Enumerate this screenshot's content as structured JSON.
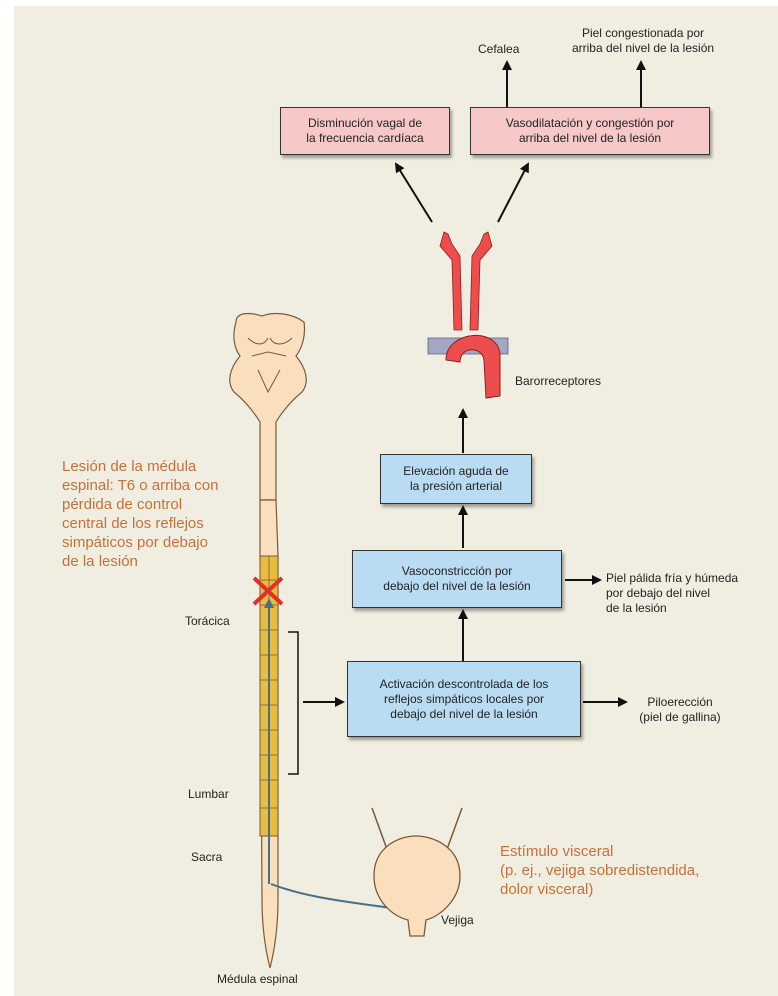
{
  "boxes": {
    "vagal": "Disminución vagal de\nla frecuencia cardíaca",
    "vasodilation": "Vasodilatación y congestión por\narriba del nivel de la lesión",
    "pressure": "Elevación aguda de\nla presión arterial",
    "vasoconstriction": "Vasoconstricción por\ndebajo del nivel de la lesión",
    "activation": "Activación descontrolada de los\nreflejos simpáticos locales por\ndebajo del nivel de la lesión"
  },
  "labels": {
    "cefalea": "Cefalea",
    "skin_congested": "Piel congestionada por\narriba del nivel de la lesión",
    "baroreceptors": "Barorreceptores",
    "skin_pale": "Piel pálida fría y húmeda\npor debajo del nivel\nde la lesión",
    "piloerection": "Piloerección\n(piel de gallina)",
    "toracica": "Torácica",
    "lumbar": "Lumbar",
    "sacra": "Sacra",
    "medula": "Médula espinal",
    "vejiga": "Vejiga"
  },
  "notes": {
    "lesion": "Lesión de la médula\nespinal: T6 o arriba con\npérdida de control\ncentral de los reflejos\nsimpáticos por debajo\nde la lesión",
    "stimulus": "Estímulo visceral\n(p. ej., vejiga sobredistendida,\ndolor visceral)"
  },
  "colors": {
    "pink_box": "#f6c8c8",
    "blue_box": "#b9dcf2",
    "orange_text": "#c8703a",
    "artery": "#ee4d4d",
    "cord": "#f9dfbe",
    "cord_segments": "#e7bc3f",
    "lesion_mark": "#e0302a",
    "pathway_arrow": "#4b6f8a",
    "background": "#f0eee0"
  }
}
